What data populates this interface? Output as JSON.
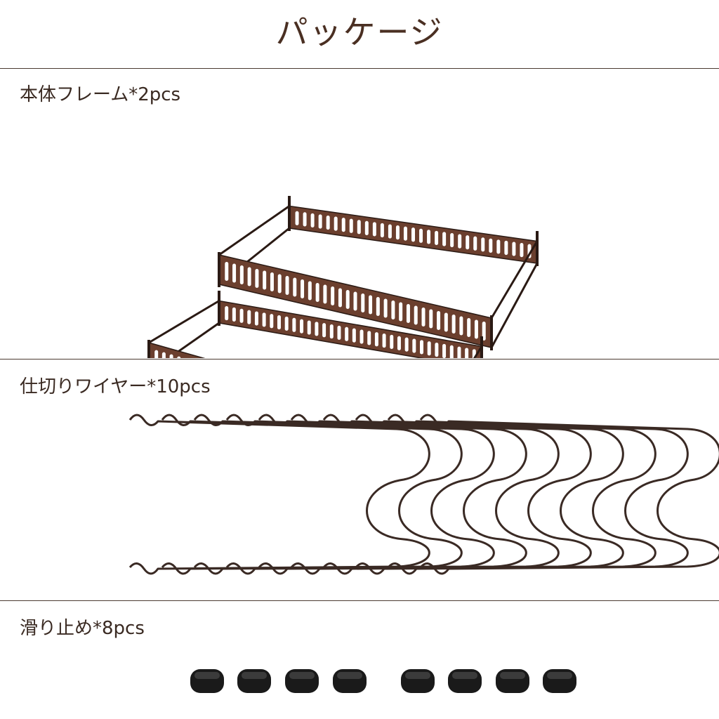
{
  "title": "パッケージ",
  "sections": [
    {
      "label": "本体フレーム*2pcs",
      "quantity": 2
    },
    {
      "label": "仕切りワイヤー*10pcs",
      "quantity": 10
    },
    {
      "label": "滑り止め*8pcs",
      "quantity": 8
    }
  ],
  "colors": {
    "frame": "#6b3f2e",
    "frame_dark": "#2a1a14",
    "wire": "#3a2a24",
    "pad": "#1a1a1a",
    "rule": "#4a3a30"
  }
}
